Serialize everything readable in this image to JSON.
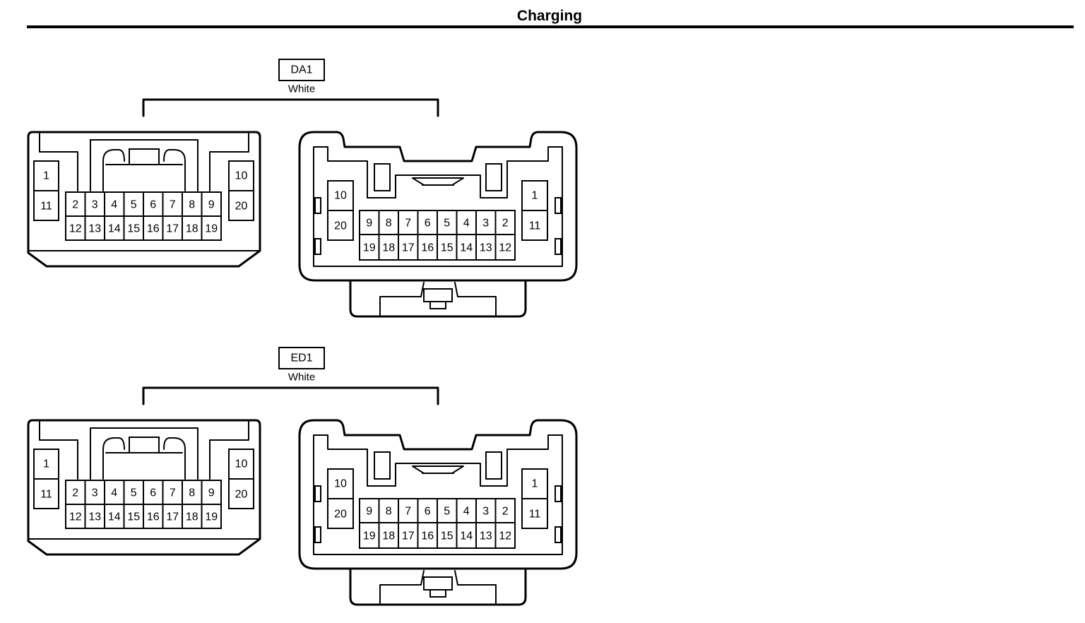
{
  "header": {
    "title": "Charging"
  },
  "connectors": [
    {
      "code": "DA1",
      "color_label": "White",
      "left_view": {
        "side_top": [
          "1"
        ],
        "side_bottom": [
          "11"
        ],
        "row_top": [
          "2",
          "3",
          "4",
          "5",
          "6",
          "7",
          "8",
          "9"
        ],
        "row_bottom": [
          "12",
          "13",
          "14",
          "15",
          "16",
          "17",
          "18",
          "19"
        ],
        "right_top": [
          "10"
        ],
        "right_bottom": [
          "20"
        ]
      },
      "right_view": {
        "left_top": [
          "10"
        ],
        "left_bottom": [
          "20"
        ],
        "row_top": [
          "9",
          "8",
          "7",
          "6",
          "5",
          "4",
          "3",
          "2"
        ],
        "row_bottom": [
          "19",
          "18",
          "17",
          "16",
          "15",
          "14",
          "13",
          "12"
        ],
        "right_top": [
          "1"
        ],
        "right_bottom": [
          "11"
        ]
      }
    },
    {
      "code": "ED1",
      "color_label": "White",
      "left_view": {
        "side_top": [
          "1"
        ],
        "side_bottom": [
          "11"
        ],
        "row_top": [
          "2",
          "3",
          "4",
          "5",
          "6",
          "7",
          "8",
          "9"
        ],
        "row_bottom": [
          "12",
          "13",
          "14",
          "15",
          "16",
          "17",
          "18",
          "19"
        ],
        "right_top": [
          "10"
        ],
        "right_bottom": [
          "20"
        ]
      },
      "right_view": {
        "left_top": [
          "10"
        ],
        "left_bottom": [
          "20"
        ],
        "row_top": [
          "9",
          "8",
          "7",
          "6",
          "5",
          "4",
          "3",
          "2"
        ],
        "row_bottom": [
          "19",
          "18",
          "17",
          "16",
          "15",
          "14",
          "13",
          "12"
        ],
        "right_top": [
          "1"
        ],
        "right_bottom": [
          "11"
        ]
      }
    }
  ]
}
